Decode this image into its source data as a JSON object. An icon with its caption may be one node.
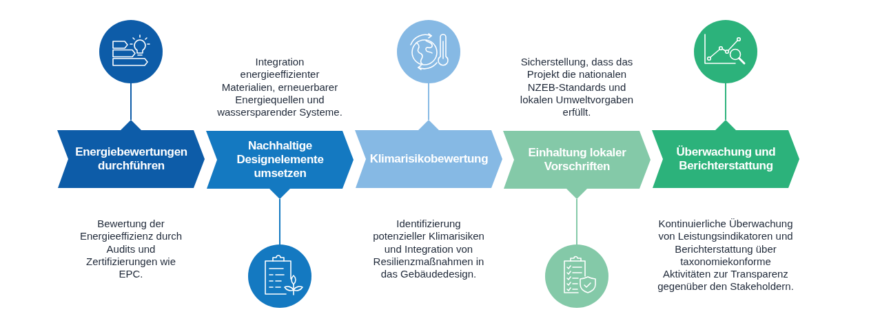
{
  "diagram": {
    "nodes": [
      {
        "text": [
          "Energiebewertungen durchführen"
        ],
        "beside": [
          "Bewertung der Energieeffizienz durch Audits und Zertifizierungen wie EPC."
        ]
      },
      {
        "text": [
          "Nachhaltige Designelemente umsetzen"
        ],
        "beside": [
          "Integration energieeffizienter Materialien, erneuerbarer Energiequellen und wassersparender Systeme."
        ]
      },
      {
        "text": [
          "Klimarisikobewertung"
        ],
        "beside": [
          "Identifizierung potenzieller Klimarisiken und Integration von Resilienzmaßnahmen in das Gebäudedesign."
        ]
      },
      {
        "text": [
          "Einhaltung lokaler Vorschriften"
        ],
        "beside": [
          "Sicherstellung, dass das Projekt die nationalen NZEB-Standards und lokalen Umweltvorgaben erfüllt."
        ]
      },
      {
        "text": [
          "Überwachung und Berichterstattung"
        ],
        "beside": [
          "Kontinuierliche Überwachung von Leistungsindikatoren und Berichterstattung über taxonomiekonforme Aktivitäten zur Transparenz gegenüber den Stakeholdern."
        ]
      },
      {
        "text": [],
        "shape": "circle"
      },
      {
        "text": [],
        "shape": "circle"
      },
      {
        "text": [],
        "shape": "circle"
      },
      {
        "text": [],
        "shape": "circle"
      },
      {
        "text": [],
        "shape": "circle"
      }
    ],
    "edges": [
      {
        "from": 5,
        "to": 0,
        "arrow": "none",
        "color": "#0d5ca8"
      },
      {
        "from": 6,
        "to": 1,
        "arrow": "none",
        "color": "#1479c1"
      },
      {
        "from": 7,
        "to": 2,
        "arrow": "none",
        "color": "#86b9e4"
      },
      {
        "from": 8,
        "to": 3,
        "arrow": "none",
        "color": "#84c9a8"
      },
      {
        "from": 9,
        "to": 4,
        "arrow": "none",
        "color": "#2cb27b"
      }
    ]
  }
}
